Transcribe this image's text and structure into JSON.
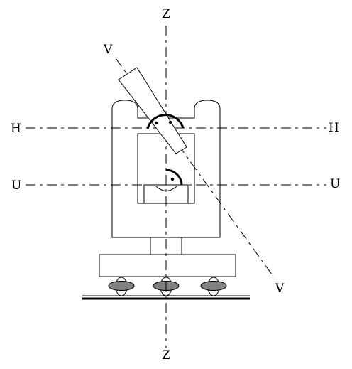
{
  "labels": {
    "z_top": "Z",
    "z_bottom": "Z",
    "v_top": "V",
    "v_bottom": "V",
    "h_left": "H",
    "h_right": "H",
    "u_left": "U",
    "u_right": "U"
  },
  "colors": {
    "line": "#000000",
    "background": "#ffffff",
    "foot_screw": "#808080"
  }
}
